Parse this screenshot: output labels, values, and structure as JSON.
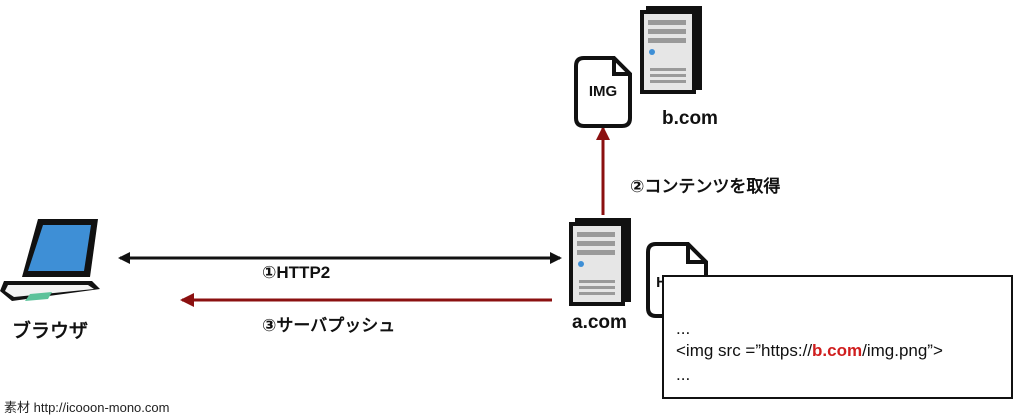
{
  "nodes": {
    "browser": {
      "label": "ブラウザ"
    },
    "a_server": {
      "label": "a.com"
    },
    "b_server": {
      "label": "b.com"
    }
  },
  "files": {
    "img": {
      "label": "IMG"
    },
    "html": {
      "label": "HTML"
    }
  },
  "edges": {
    "http2": {
      "label": "①HTTP2"
    },
    "fetch": {
      "label": "②コンテンツを取得"
    },
    "push": {
      "label": "③サーバプッシュ"
    }
  },
  "code": {
    "line1": "...",
    "line2_prefix": "<img src =”https://",
    "line2_highlight": "b.com",
    "line2_suffix": "/img.png”>",
    "line3": "..."
  },
  "credit": "素材 http://icooon-mono.com",
  "colors": {
    "arrow_black": "#111111",
    "arrow_red": "#8b1010",
    "highlight": "#d01e1e",
    "screen_blue": "#3e8fd6",
    "trackpad_green": "#5cc29a"
  },
  "icons": [
    "laptop-icon",
    "server-icon",
    "image-file-icon",
    "html-file-icon"
  ]
}
